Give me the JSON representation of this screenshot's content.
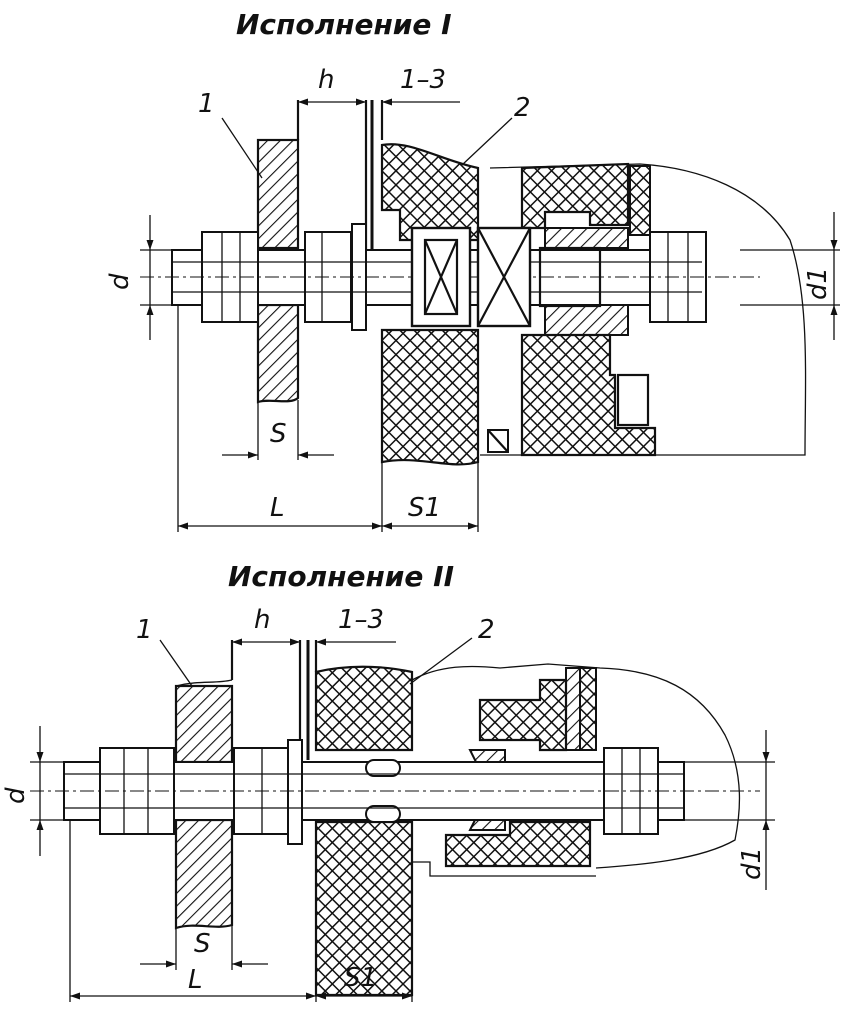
{
  "views": [
    {
      "title": "Исполнение I",
      "labels": {
        "part1": "1",
        "part2": "2",
        "h": "h",
        "gap": "1–3",
        "d": "d",
        "d1": "d1",
        "s": "S",
        "L": "L",
        "s1": "S1"
      }
    },
    {
      "title": "Исполнение II",
      "labels": {
        "part1": "1",
        "part2": "2",
        "h": "h",
        "gap": "1–3",
        "d": "d",
        "d1": "d1",
        "s": "S",
        "L": "L",
        "s1": "S1"
      }
    }
  ],
  "colors": {
    "ink": "#111111",
    "paper": "#ffffff"
  }
}
